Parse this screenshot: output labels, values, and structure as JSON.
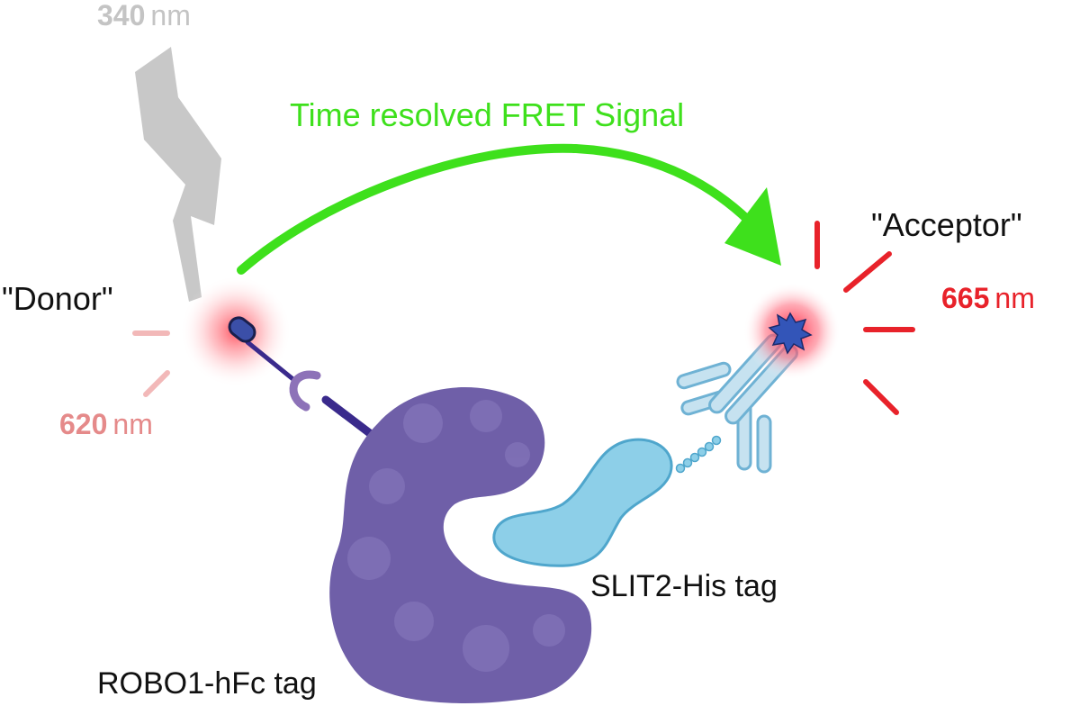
{
  "excitation": {
    "value": "340",
    "unit": "nm",
    "color": "#c4c4c4"
  },
  "fret_signal": {
    "label": "Time resolved FRET Signal",
    "color": "#3ee01c"
  },
  "donor": {
    "label": "\"Donor\"",
    "emission_value": "620",
    "emission_unit": "nm",
    "color": "#e58a8a"
  },
  "acceptor": {
    "label": "\"Acceptor\"",
    "emission_value": "665",
    "emission_unit": "nm",
    "color": "#e8222a"
  },
  "robo1": {
    "label": "ROBO1-hFc tag",
    "color": "#6f5fa8"
  },
  "slit2": {
    "label": "SLIT2-His tag",
    "color": "#8dcfe8"
  },
  "antibody": {
    "color": "#c6e2f0"
  },
  "linker": {
    "color": "#3a2a8c"
  }
}
